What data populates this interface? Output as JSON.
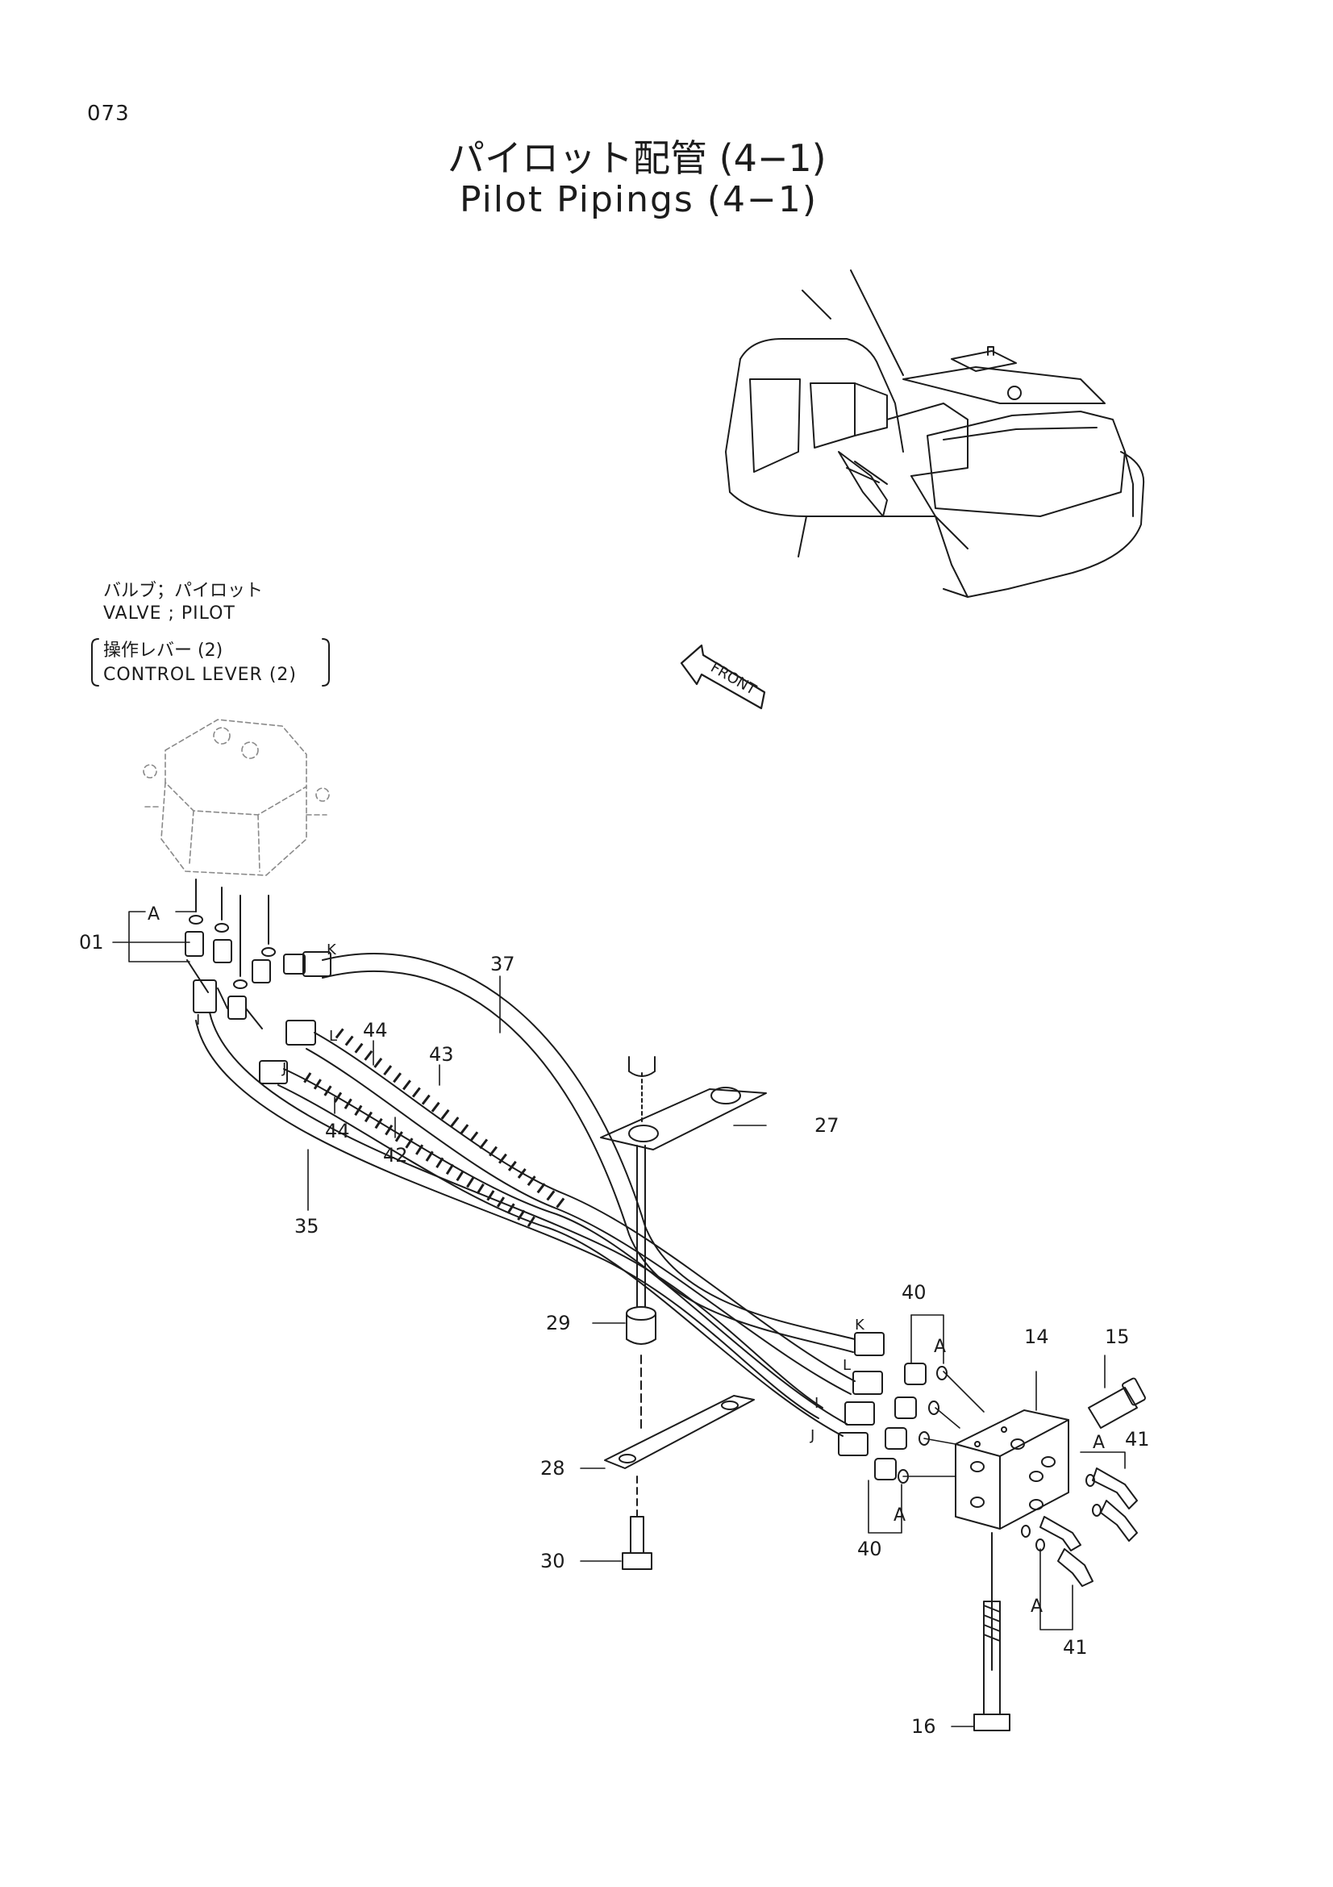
{
  "page_number": "073",
  "title_ja": "パイロット配管 (4−1)",
  "title_en": "Pilot Pipings (4−1)",
  "component_label": {
    "valve_ja": "バルブ；パイロット",
    "valve_en": "VALVE ; PILOT",
    "lever_ja": "操作レバー (2)",
    "lever_en": "CONTROL LEVER (2)"
  },
  "front_label": "FRONT",
  "part_numbers": {
    "p01": "01",
    "p14": "14",
    "p15": "15",
    "p16": "16",
    "p27": "27",
    "p28": "28",
    "p29": "29",
    "p30": "30",
    "p35": "35",
    "p37": "37",
    "p40_top": "40",
    "p40_bottom": "40",
    "p41_top": "41",
    "p41_bottom": "41",
    "p42": "42",
    "p43": "43",
    "p44_top": "44",
    "p44_bottom": "44"
  },
  "hose_end_letters": {
    "k_top": "K",
    "l_top": "L",
    "i_top": "I",
    "j_top": "J",
    "k_end": "K",
    "l_end": "L",
    "i_end": "I",
    "j_end": "J"
  },
  "callout_letters": {
    "a_valve": "A",
    "a_top": "A",
    "a_bottom": "A",
    "a_right": "A",
    "a_lower": "A"
  },
  "colors": {
    "ink": "#1c1c1c",
    "paper": "#ffffff"
  }
}
